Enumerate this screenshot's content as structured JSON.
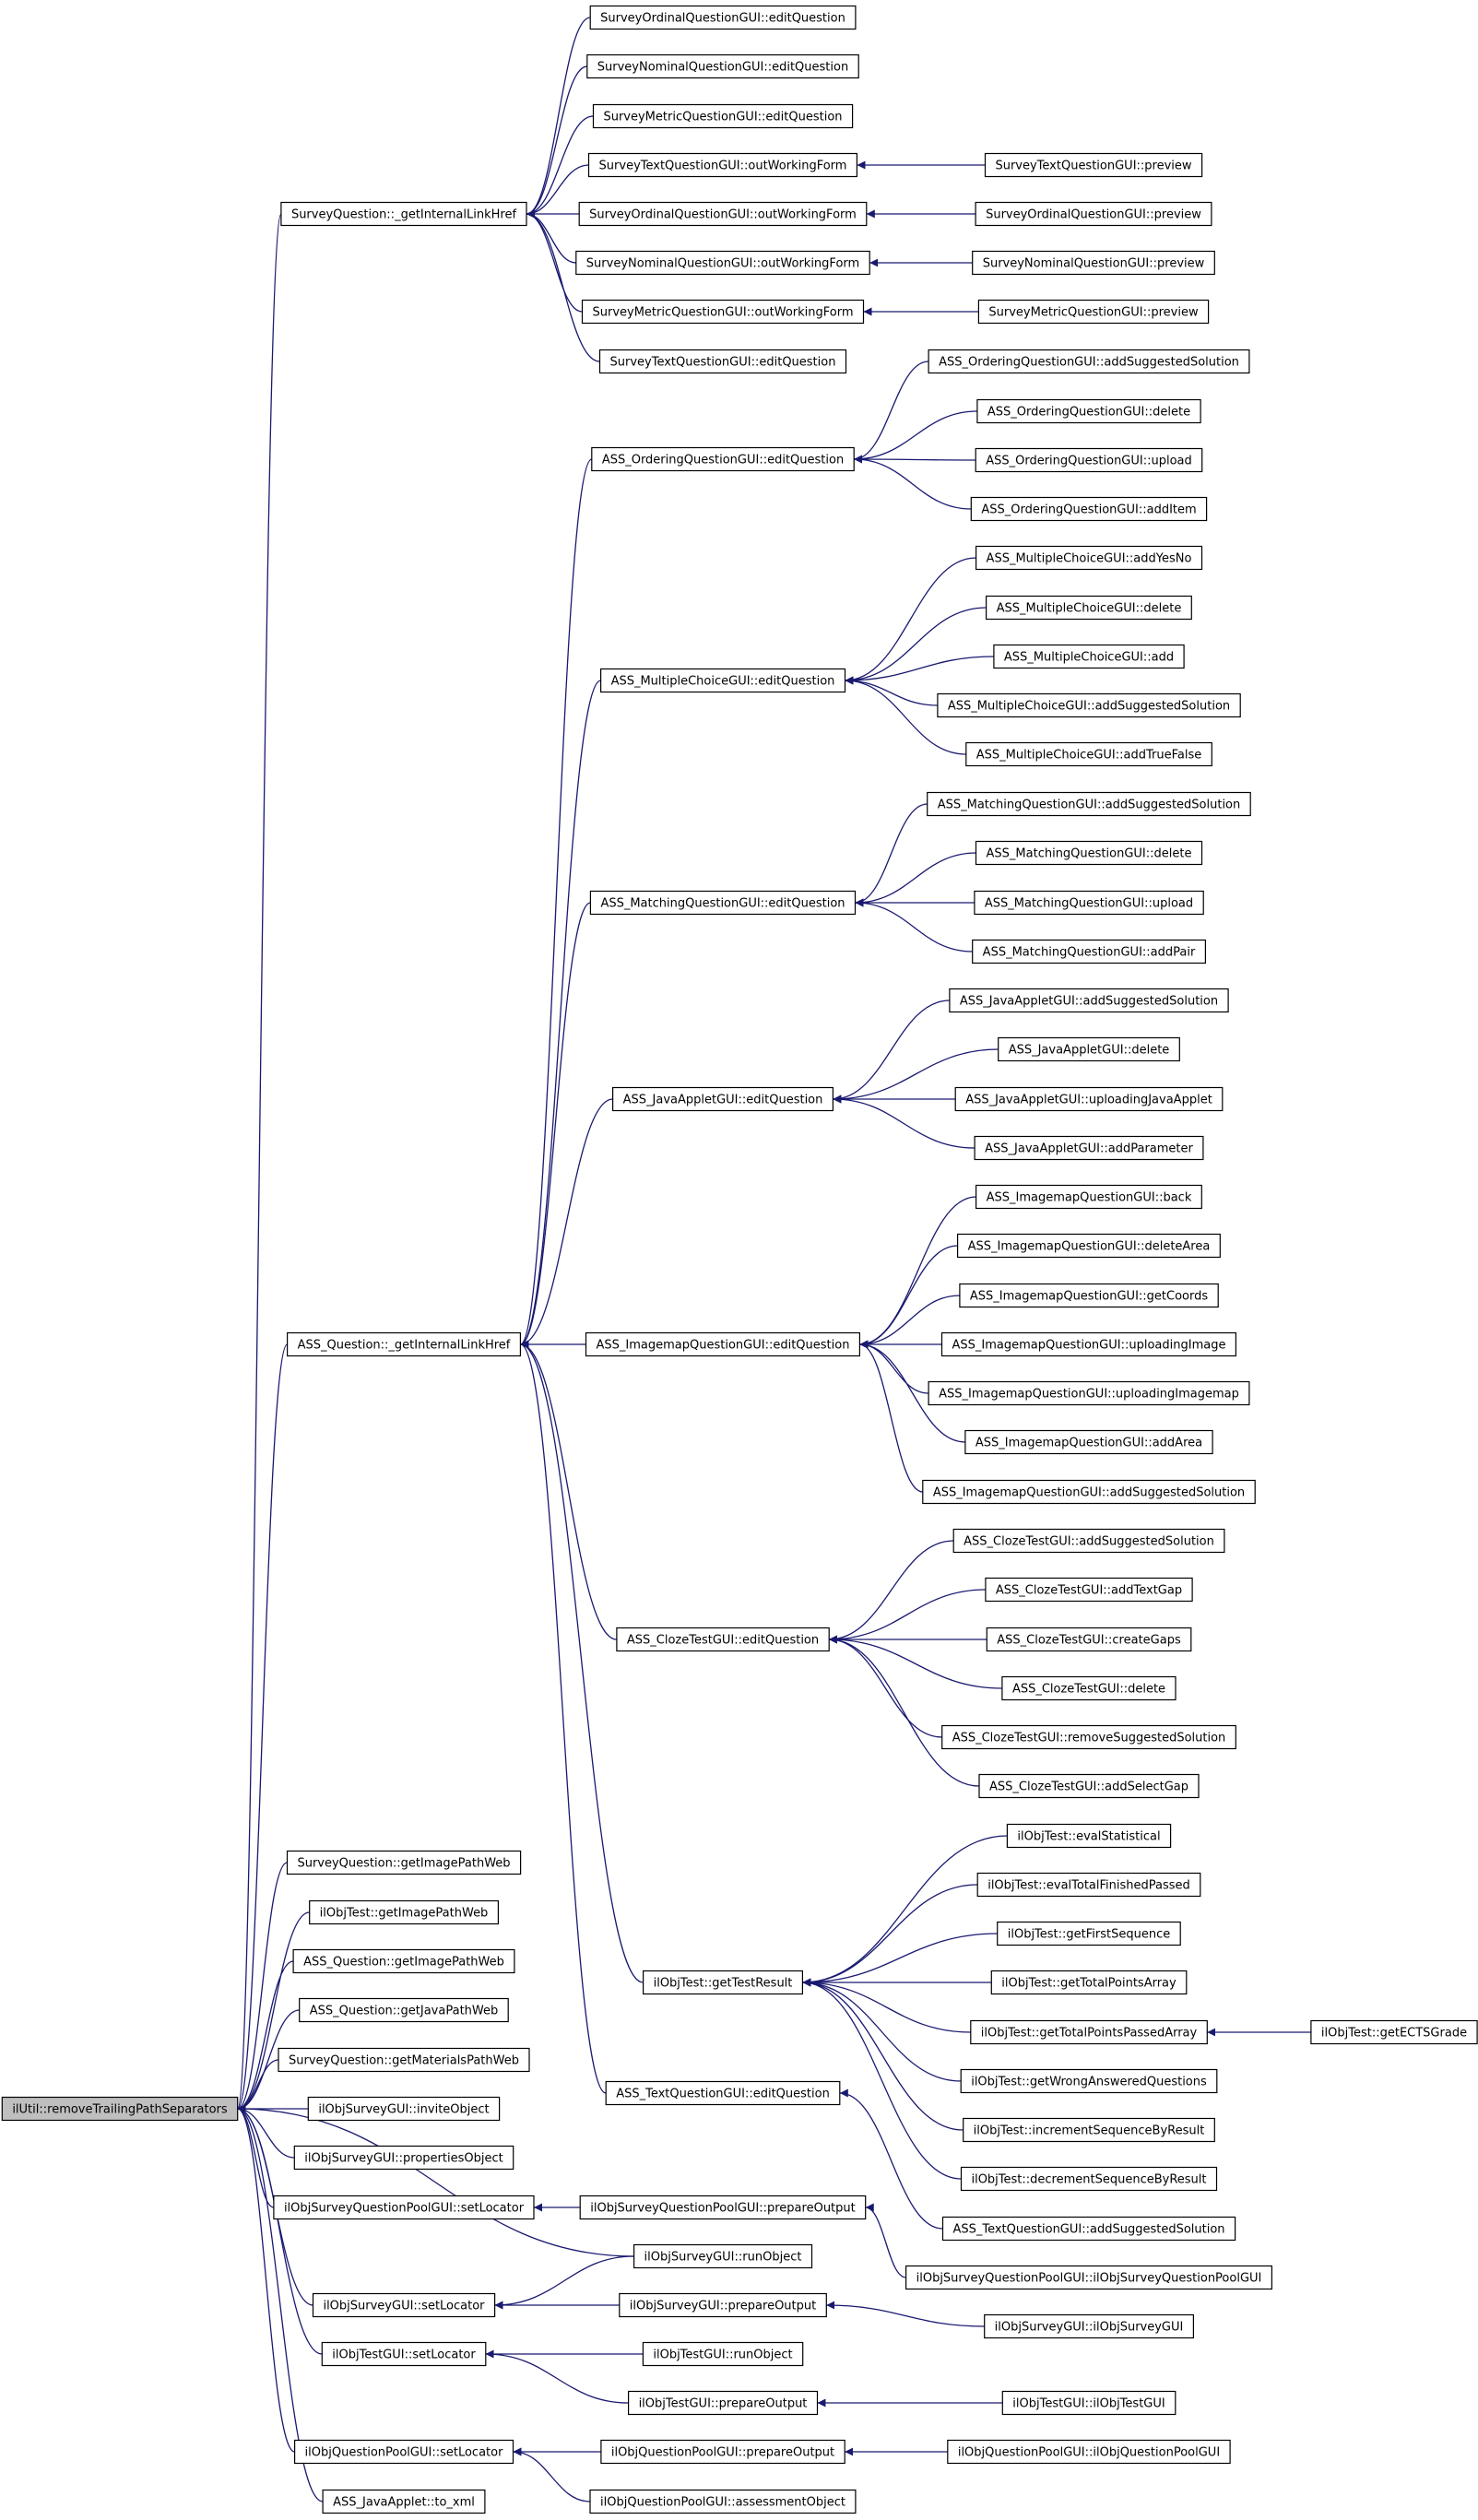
{
  "colors": {
    "edge": "#191970",
    "node_border": "#000000",
    "root_fill": "#bfbfbf",
    "node_fill": "#ffffff"
  },
  "nodes": [
    {
      "id": "root",
      "label": "ilUtil::removeTrailingPathSeparators",
      "root": true
    },
    {
      "id": "sq_link",
      "label": "SurveyQuestion::_getInternalLinkHref"
    },
    {
      "id": "sorq_edit",
      "label": "SurveyOrdinalQuestionGUI::editQuestion"
    },
    {
      "id": "snq_edit",
      "label": "SurveyNominalQuestionGUI::editQuestion"
    },
    {
      "id": "smq_edit",
      "label": "SurveyMetricQuestionGUI::editQuestion"
    },
    {
      "id": "stq_out",
      "label": "SurveyTextQuestionGUI::outWorkingForm"
    },
    {
      "id": "stq_prev",
      "label": "SurveyTextQuestionGUI::preview"
    },
    {
      "id": "sorq_out",
      "label": "SurveyOrdinalQuestionGUI::outWorkingForm"
    },
    {
      "id": "sorq_prev",
      "label": "SurveyOrdinalQuestionGUI::preview"
    },
    {
      "id": "snq_out",
      "label": "SurveyNominalQuestionGUI::outWorkingForm"
    },
    {
      "id": "snq_prev",
      "label": "SurveyNominalQuestionGUI::preview"
    },
    {
      "id": "smq_out",
      "label": "SurveyMetricQuestionGUI::outWorkingForm"
    },
    {
      "id": "smq_prev",
      "label": "SurveyMetricQuestionGUI::preview"
    },
    {
      "id": "stq_edit",
      "label": "SurveyTextQuestionGUI::editQuestion"
    },
    {
      "id": "ord_edit",
      "label": "ASS_OrderingQuestionGUI::editQuestion"
    },
    {
      "id": "ord_add",
      "label": "ASS_OrderingQuestionGUI::addSuggestedSolution"
    },
    {
      "id": "ord_del",
      "label": "ASS_OrderingQuestionGUI::delete"
    },
    {
      "id": "ord_up",
      "label": "ASS_OrderingQuestionGUI::upload"
    },
    {
      "id": "ord_item",
      "label": "ASS_OrderingQuestionGUI::addItem"
    },
    {
      "id": "mc_edit",
      "label": "ASS_MultipleChoiceGUI::editQuestion"
    },
    {
      "id": "mc_yesno",
      "label": "ASS_MultipleChoiceGUI::addYesNo"
    },
    {
      "id": "mc_del",
      "label": "ASS_MultipleChoiceGUI::delete"
    },
    {
      "id": "mc_add",
      "label": "ASS_MultipleChoiceGUI::add"
    },
    {
      "id": "mc_sugg",
      "label": "ASS_MultipleChoiceGUI::addSuggestedSolution"
    },
    {
      "id": "mc_tf",
      "label": "ASS_MultipleChoiceGUI::addTrueFalse"
    },
    {
      "id": "mat_edit",
      "label": "ASS_MatchingQuestionGUI::editQuestion"
    },
    {
      "id": "mat_sugg",
      "label": "ASS_MatchingQuestionGUI::addSuggestedSolution"
    },
    {
      "id": "mat_del",
      "label": "ASS_MatchingQuestionGUI::delete"
    },
    {
      "id": "mat_up",
      "label": "ASS_MatchingQuestionGUI::upload"
    },
    {
      "id": "mat_pair",
      "label": "ASS_MatchingQuestionGUI::addPair"
    },
    {
      "id": "ja_edit",
      "label": "ASS_JavaAppletGUI::editQuestion"
    },
    {
      "id": "ja_sugg",
      "label": "ASS_JavaAppletGUI::addSuggestedSolution"
    },
    {
      "id": "ja_del",
      "label": "ASS_JavaAppletGUI::delete"
    },
    {
      "id": "ja_up",
      "label": "ASS_JavaAppletGUI::uploadingJavaApplet"
    },
    {
      "id": "ja_param",
      "label": "ASS_JavaAppletGUI::addParameter"
    },
    {
      "id": "aq_link",
      "label": "ASS_Question::_getInternalLinkHref"
    },
    {
      "id": "im_edit",
      "label": "ASS_ImagemapQuestionGUI::editQuestion"
    },
    {
      "id": "im_back",
      "label": "ASS_ImagemapQuestionGUI::back"
    },
    {
      "id": "im_delarea",
      "label": "ASS_ImagemapQuestionGUI::deleteArea"
    },
    {
      "id": "im_coords",
      "label": "ASS_ImagemapQuestionGUI::getCoords"
    },
    {
      "id": "im_upimg",
      "label": "ASS_ImagemapQuestionGUI::uploadingImage"
    },
    {
      "id": "im_upmap",
      "label": "ASS_ImagemapQuestionGUI::uploadingImagemap"
    },
    {
      "id": "im_addarea",
      "label": "ASS_ImagemapQuestionGUI::addArea"
    },
    {
      "id": "im_sugg",
      "label": "ASS_ImagemapQuestionGUI::addSuggestedSolution"
    },
    {
      "id": "cl_edit",
      "label": "ASS_ClozeTestGUI::editQuestion"
    },
    {
      "id": "cl_sugg",
      "label": "ASS_ClozeTestGUI::addSuggestedSolution"
    },
    {
      "id": "cl_gap",
      "label": "ASS_ClozeTestGUI::addTextGap"
    },
    {
      "id": "cl_create",
      "label": "ASS_ClozeTestGUI::createGaps"
    },
    {
      "id": "cl_del",
      "label": "ASS_ClozeTestGUI::delete"
    },
    {
      "id": "cl_rem",
      "label": "ASS_ClozeTestGUI::removeSuggestedSolution"
    },
    {
      "id": "cl_sel",
      "label": "ASS_ClozeTestGUI::addSelectGap"
    },
    {
      "id": "ot_eval",
      "label": "ilObjTest::evalStatistical"
    },
    {
      "id": "ot_fin",
      "label": "ilObjTest::evalTotalFinishedPassed"
    },
    {
      "id": "ot_first",
      "label": "ilObjTest::getFirstSequence"
    },
    {
      "id": "ot_pts",
      "label": "ilObjTest::getTotalPointsArray"
    },
    {
      "id": "ot_res",
      "label": "ilObjTest::getTestResult"
    },
    {
      "id": "ot_ptsp",
      "label": "ilObjTest::getTotalPointsPassedArray"
    },
    {
      "id": "ot_ects",
      "label": "ilObjTest::getECTSGrade"
    },
    {
      "id": "ot_wrong",
      "label": "ilObjTest::getWrongAnsweredQuestions"
    },
    {
      "id": "ot_inc",
      "label": "ilObjTest::incrementSequenceByResult"
    },
    {
      "id": "ot_dec",
      "label": "ilObjTest::decrementSequenceByResult"
    },
    {
      "id": "sq_img",
      "label": "SurveyQuestion::getImagePathWeb"
    },
    {
      "id": "ot_img",
      "label": "ilObjTest::getImagePathWeb"
    },
    {
      "id": "aq_img",
      "label": "ASS_Question::getImagePathWeb"
    },
    {
      "id": "aq_java",
      "label": "ASS_Question::getJavaPathWeb"
    },
    {
      "id": "sq_mat",
      "label": "SurveyQuestion::getMaterialsPathWeb"
    },
    {
      "id": "tq_edit",
      "label": "ASS_TextQuestionGUI::editQuestion"
    },
    {
      "id": "tq_sugg",
      "label": "ASS_TextQuestionGUI::addSuggestedSolution"
    },
    {
      "id": "os_invite",
      "label": "ilObjSurveyGUI::inviteObject"
    },
    {
      "id": "os_props",
      "label": "ilObjSurveyGUI::propertiesObject"
    },
    {
      "id": "osqp_loc",
      "label": "ilObjSurveyQuestionPoolGUI::setLocator"
    },
    {
      "id": "osqp_prep",
      "label": "ilObjSurveyQuestionPoolGUI::prepareOutput"
    },
    {
      "id": "osqp_ctor",
      "label": "ilObjSurveyQuestionPoolGUI::ilObjSurveyQuestionPoolGUI"
    },
    {
      "id": "os_run",
      "label": "ilObjSurveyGUI::runObject"
    },
    {
      "id": "os_loc",
      "label": "ilObjSurveyGUI::setLocator"
    },
    {
      "id": "os_prep",
      "label": "ilObjSurveyGUI::prepareOutput"
    },
    {
      "id": "os_ctor",
      "label": "ilObjSurveyGUI::ilObjSurveyGUI"
    },
    {
      "id": "otg_loc",
      "label": "ilObjTestGUI::setLocator"
    },
    {
      "id": "otg_run",
      "label": "ilObjTestGUI::runObject"
    },
    {
      "id": "otg_prep",
      "label": "ilObjTestGUI::prepareOutput"
    },
    {
      "id": "otg_ctor",
      "label": "ilObjTestGUI::ilObjTestGUI"
    },
    {
      "id": "oqp_loc",
      "label": "ilObjQuestionPoolGUI::setLocator"
    },
    {
      "id": "oqp_prep",
      "label": "ilObjQuestionPoolGUI::prepareOutput"
    },
    {
      "id": "oqp_ctor",
      "label": "ilObjQuestionPoolGUI::ilObjQuestionPoolGUI"
    },
    {
      "id": "ja_xml",
      "label": "ASS_JavaApplet::to_xml"
    },
    {
      "id": "oqp_assess",
      "label": "ilObjQuestionPoolGUI::assessmentObject"
    }
  ],
  "edges": [
    [
      "sq_link",
      "root"
    ],
    [
      "aq_link",
      "root"
    ],
    [
      "sq_img",
      "root"
    ],
    [
      "ot_img",
      "root"
    ],
    [
      "aq_img",
      "root"
    ],
    [
      "aq_java",
      "root"
    ],
    [
      "sq_mat",
      "root"
    ],
    [
      "os_invite",
      "root"
    ],
    [
      "os_props",
      "root"
    ],
    [
      "osqp_loc",
      "root"
    ],
    [
      "os_run",
      "root"
    ],
    [
      "os_loc",
      "root"
    ],
    [
      "otg_loc",
      "root"
    ],
    [
      "oqp_loc",
      "root"
    ],
    [
      "ja_xml",
      "root"
    ],
    [
      "sorq_edit",
      "sq_link"
    ],
    [
      "snq_edit",
      "sq_link"
    ],
    [
      "smq_edit",
      "sq_link"
    ],
    [
      "stq_out",
      "sq_link"
    ],
    [
      "sorq_out",
      "sq_link"
    ],
    [
      "snq_out",
      "sq_link"
    ],
    [
      "smq_out",
      "sq_link"
    ],
    [
      "stq_edit",
      "sq_link"
    ],
    [
      "stq_prev",
      "stq_out"
    ],
    [
      "sorq_prev",
      "sorq_out"
    ],
    [
      "snq_prev",
      "snq_out"
    ],
    [
      "smq_prev",
      "smq_out"
    ],
    [
      "ord_edit",
      "aq_link"
    ],
    [
      "mc_edit",
      "aq_link"
    ],
    [
      "mat_edit",
      "aq_link"
    ],
    [
      "ja_edit",
      "aq_link"
    ],
    [
      "im_edit",
      "aq_link"
    ],
    [
      "cl_edit",
      "aq_link"
    ],
    [
      "ot_res",
      "aq_link"
    ],
    [
      "tq_edit",
      "aq_link"
    ],
    [
      "ord_add",
      "ord_edit"
    ],
    [
      "ord_del",
      "ord_edit"
    ],
    [
      "ord_up",
      "ord_edit"
    ],
    [
      "ord_item",
      "ord_edit"
    ],
    [
      "mc_yesno",
      "mc_edit"
    ],
    [
      "mc_del",
      "mc_edit"
    ],
    [
      "mc_add",
      "mc_edit"
    ],
    [
      "mc_sugg",
      "mc_edit"
    ],
    [
      "mc_tf",
      "mc_edit"
    ],
    [
      "mat_sugg",
      "mat_edit"
    ],
    [
      "mat_del",
      "mat_edit"
    ],
    [
      "mat_up",
      "mat_edit"
    ],
    [
      "mat_pair",
      "mat_edit"
    ],
    [
      "ja_sugg",
      "ja_edit"
    ],
    [
      "ja_del",
      "ja_edit"
    ],
    [
      "ja_up",
      "ja_edit"
    ],
    [
      "ja_param",
      "ja_edit"
    ],
    [
      "im_back",
      "im_edit"
    ],
    [
      "im_delarea",
      "im_edit"
    ],
    [
      "im_coords",
      "im_edit"
    ],
    [
      "im_upimg",
      "im_edit"
    ],
    [
      "im_upmap",
      "im_edit"
    ],
    [
      "im_addarea",
      "im_edit"
    ],
    [
      "im_sugg",
      "im_edit"
    ],
    [
      "cl_sugg",
      "cl_edit"
    ],
    [
      "cl_gap",
      "cl_edit"
    ],
    [
      "cl_create",
      "cl_edit"
    ],
    [
      "cl_del",
      "cl_edit"
    ],
    [
      "cl_rem",
      "cl_edit"
    ],
    [
      "cl_sel",
      "cl_edit"
    ],
    [
      "ot_eval",
      "ot_res"
    ],
    [
      "ot_fin",
      "ot_res"
    ],
    [
      "ot_first",
      "ot_res"
    ],
    [
      "ot_pts",
      "ot_res"
    ],
    [
      "ot_ptsp",
      "ot_res"
    ],
    [
      "ot_wrong",
      "ot_res"
    ],
    [
      "ot_inc",
      "ot_res"
    ],
    [
      "ot_dec",
      "ot_res"
    ],
    [
      "ot_ects",
      "ot_ptsp"
    ],
    [
      "tq_sugg",
      "tq_edit"
    ],
    [
      "osqp_prep",
      "osqp_loc"
    ],
    [
      "osqp_ctor",
      "osqp_prep"
    ],
    [
      "os_run",
      "os_loc"
    ],
    [
      "os_prep",
      "os_loc"
    ],
    [
      "os_ctor",
      "os_prep"
    ],
    [
      "otg_run",
      "otg_loc"
    ],
    [
      "otg_prep",
      "otg_loc"
    ],
    [
      "otg_ctor",
      "otg_prep"
    ],
    [
      "oqp_prep",
      "oqp_loc"
    ],
    [
      "oqp_assess",
      "oqp_loc"
    ],
    [
      "oqp_ctor",
      "oqp_prep"
    ]
  ]
}
